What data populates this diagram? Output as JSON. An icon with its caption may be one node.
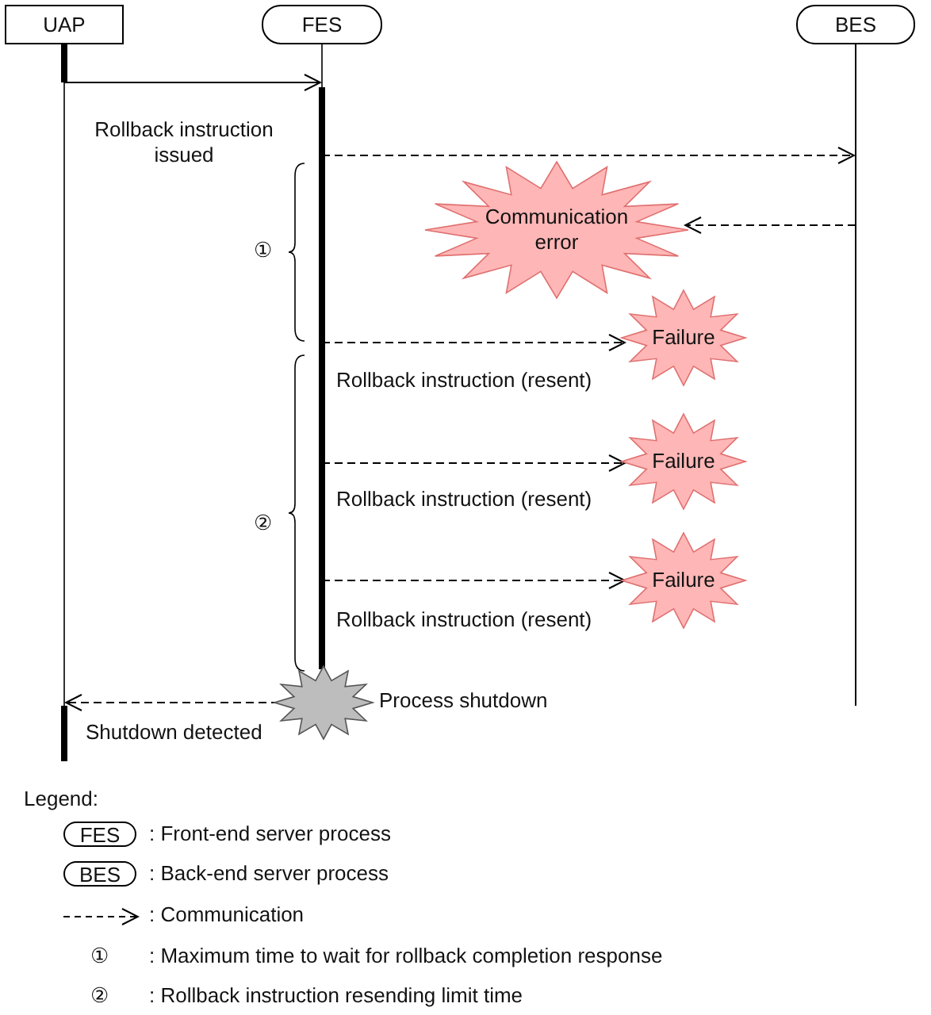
{
  "diagram": {
    "nodes": [
      {
        "text": [
          "UAP"
        ]
      },
      {
        "text": [
          "FES"
        ]
      },
      {
        "text": [
          "BES"
        ]
      },
      {
        "text": [
          "Communication error"
        ]
      },
      {
        "text": [
          "Failure"
        ]
      },
      {
        "text": [
          "Failure"
        ]
      },
      {
        "text": [
          "Failure"
        ]
      },
      {
        "text": [],
        "shape": "star",
        "beside": [
          "Process shutdown"
        ]
      }
    ],
    "edges": [
      {
        "from": 0,
        "to": 1,
        "arrow": "to",
        "label": "Rollback instruction issued"
      },
      {
        "from": 1,
        "to": 2,
        "arrow": "to",
        "style": "dashed"
      },
      {
        "from": 2,
        "to": 3,
        "arrow": "to",
        "style": "dashed"
      },
      {
        "from": 1,
        "to": 4,
        "arrow": "to",
        "style": "dashed",
        "label": "Rollback instruction (resent)"
      },
      {
        "from": 1,
        "to": 5,
        "arrow": "to",
        "style": "dashed",
        "label": "Rollback instruction (resent)"
      },
      {
        "from": 1,
        "to": 6,
        "arrow": "to",
        "style": "dashed",
        "label": "Rollback instruction (resent)"
      },
      {
        "from": 7,
        "to": 0,
        "arrow": "to",
        "style": "dashed",
        "label": "Shutdown detected"
      }
    ],
    "labels": [
      "①",
      "②",
      "Legend:",
      "FES",
      "BES",
      "①",
      "②"
    ],
    "legend": [
      {
        "text": ": Front-end server process"
      },
      {
        "text": ": Back-end server process"
      },
      {
        "text": ": Communication"
      },
      {
        "text": ": Maximum time to wait for rollback completion response"
      },
      {
        "text": ": Rollback instruction resending limit time"
      }
    ]
  }
}
